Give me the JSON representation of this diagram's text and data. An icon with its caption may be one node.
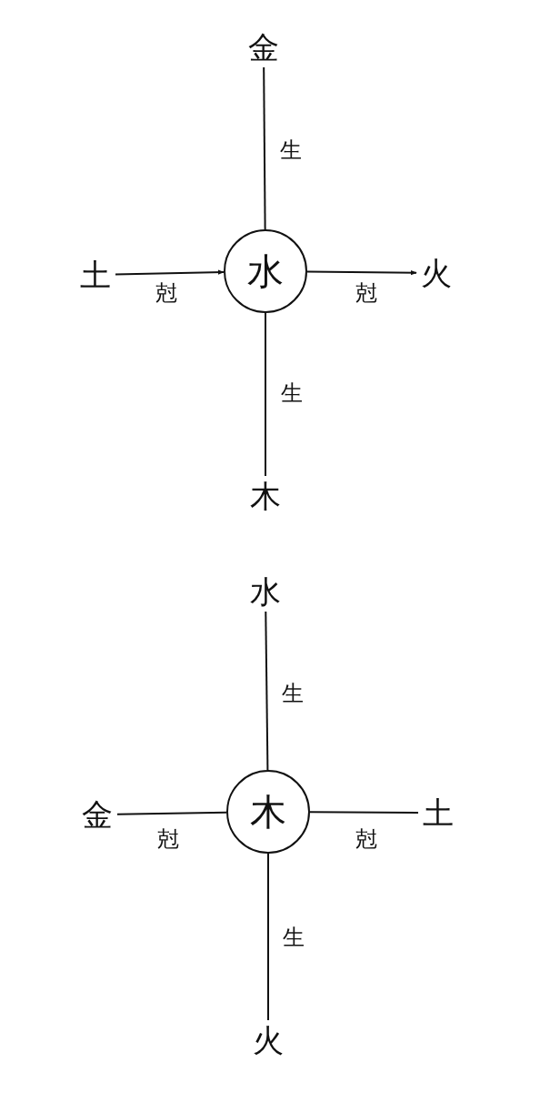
{
  "diagram": {
    "nodes": [
      {
        "text": [
          "金"
        ]
      },
      {
        "text": [
          "土"
        ]
      },
      {
        "text": [
          "水"
        ]
      },
      {
        "text": [
          "火"
        ]
      },
      {
        "text": [
          "木"
        ]
      },
      {
        "text": [
          "水"
        ]
      },
      {
        "text": [
          "金"
        ]
      },
      {
        "text": [
          "木"
        ]
      },
      {
        "text": [
          "土"
        ]
      },
      {
        "text": [
          "火"
        ]
      }
    ],
    "edges": [
      {
        "from": 0,
        "to": 2,
        "arrow": "none",
        "label": "生"
      },
      {
        "from": 1,
        "to": 2,
        "arrow": "to",
        "label": "尅"
      },
      {
        "from": 2,
        "to": 3,
        "arrow": "to",
        "label": "尅"
      },
      {
        "from": 2,
        "to": 4,
        "arrow": "none",
        "label": "生"
      },
      {
        "from": 5,
        "to": 7,
        "arrow": "none",
        "label": "生"
      },
      {
        "from": 6,
        "to": 7,
        "arrow": "none",
        "label": "尅"
      },
      {
        "from": 7,
        "to": 8,
        "arrow": "none",
        "label": "尅"
      },
      {
        "from": 7,
        "to": 9,
        "arrow": "none",
        "label": "生"
      }
    ]
  }
}
